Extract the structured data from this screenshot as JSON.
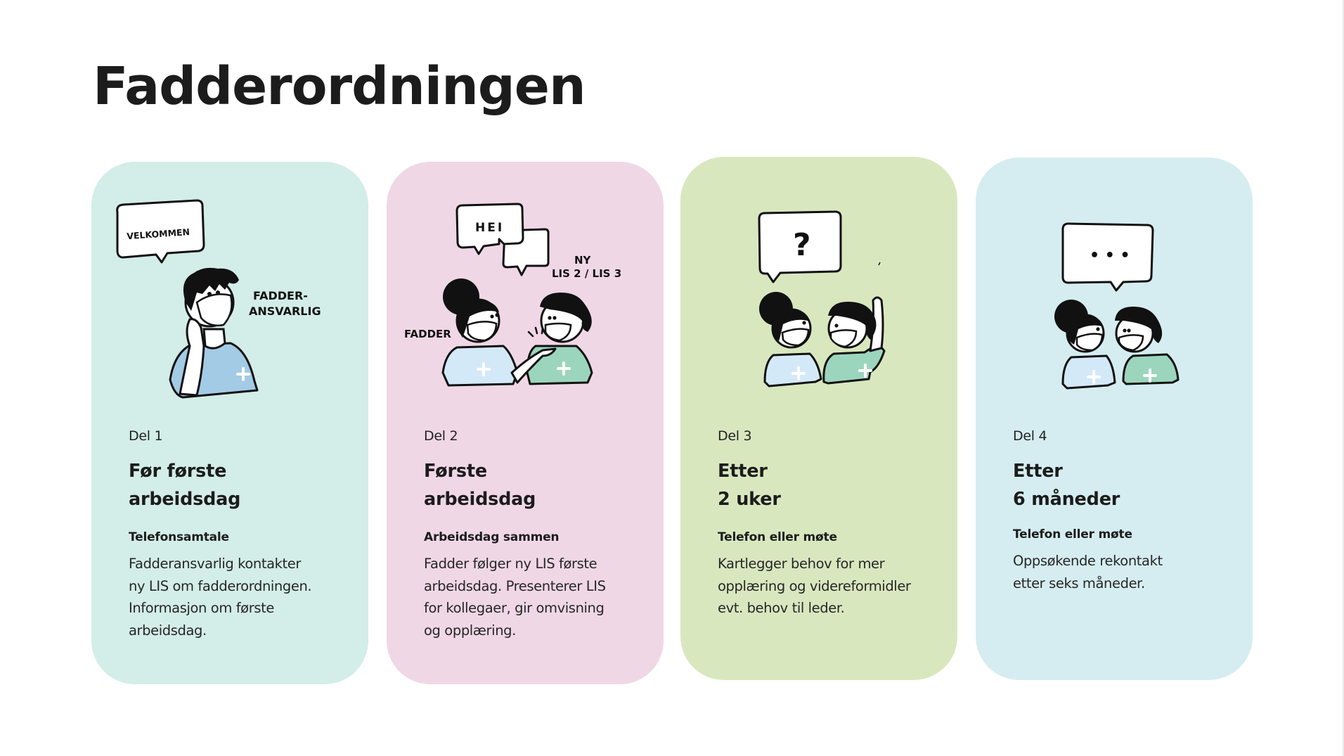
{
  "page": {
    "title": "Fadderordningen"
  },
  "colors": {
    "card1_bg": "#d3ede8",
    "card2_bg": "#f0d7e6",
    "card3_bg": "#d9e7bf",
    "card4_bg": "#d5edf0",
    "shirt_blue": "#a3cbe6",
    "shirt_lightblue": "#d4e9f8",
    "shirt_green": "#9cd5bd",
    "text": "#1c1c1c"
  },
  "cards": [
    {
      "part": "Del 1",
      "heading": [
        "Før første",
        "arbeidsdag"
      ],
      "subheading": "Telefonsamtale",
      "body": [
        "Fadderansvarlig kontakter",
        "ny LIS om fadderordningen.",
        "Informasjon om første",
        "arbeidsdag."
      ],
      "illustration": {
        "bubble_text": "VELKOMMEN",
        "label_lines": [
          "FADDER-",
          "ANSVARLIG"
        ]
      }
    },
    {
      "part": "Del 2",
      "heading": [
        "Første",
        "arbeidsdag"
      ],
      "subheading": "Arbeidsdag sammen",
      "body": [
        "Fadder følger ny LIS første",
        "arbeidsdag. Presenterer LIS",
        "for kollegaer, gir omvisning",
        "og opplæring."
      ],
      "illustration": {
        "bubble_text": "HEI",
        "label_left": "FADDER",
        "label_right_lines": [
          "NY",
          "LIS 2 / LIS 3"
        ]
      }
    },
    {
      "part": "Del 3",
      "heading": [
        "Etter",
        "2 uker"
      ],
      "subheading": "Telefon eller møte",
      "body": [
        "Kartlegger behov for mer",
        "opplæring og videreformidler",
        "evt. behov til leder."
      ],
      "illustration": {
        "bubble_text": "?"
      }
    },
    {
      "part": "Del 4",
      "heading": [
        "Etter",
        "6 måneder"
      ],
      "subheading": "Telefon eller møte",
      "body": [
        "Oppsøkende rekontakt",
        "etter seks måneder."
      ],
      "illustration": {
        "bubble_text": "• • •"
      }
    }
  ]
}
